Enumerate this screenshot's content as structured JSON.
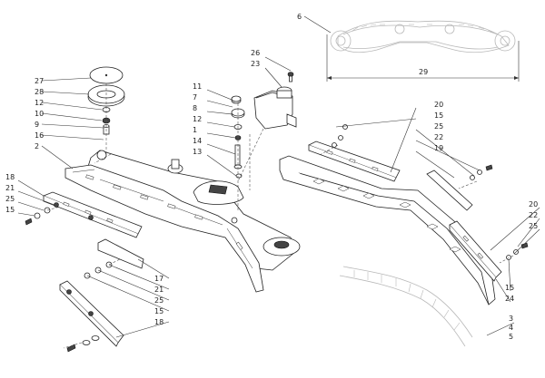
{
  "callouts": [
    {
      "id": "c-6",
      "text": "6"
    },
    {
      "id": "c-29",
      "text": "29"
    },
    {
      "id": "c-26",
      "text": "26"
    },
    {
      "id": "c-23",
      "text": "23"
    },
    {
      "id": "c-27",
      "text": "27"
    },
    {
      "id": "c-28",
      "text": "28"
    },
    {
      "id": "c-12a",
      "text": "12"
    },
    {
      "id": "c-10",
      "text": "10"
    },
    {
      "id": "c-9",
      "text": "9"
    },
    {
      "id": "c-16",
      "text": "16"
    },
    {
      "id": "c-2",
      "text": "2"
    },
    {
      "id": "c-11",
      "text": "11"
    },
    {
      "id": "c-7",
      "text": "7"
    },
    {
      "id": "c-8",
      "text": "8"
    },
    {
      "id": "c-12b",
      "text": "12"
    },
    {
      "id": "c-1",
      "text": "1"
    },
    {
      "id": "c-14",
      "text": "14"
    },
    {
      "id": "c-13",
      "text": "13"
    },
    {
      "id": "c-18a",
      "text": "18"
    },
    {
      "id": "c-21a",
      "text": "21"
    },
    {
      "id": "c-25a",
      "text": "25"
    },
    {
      "id": "c-15a",
      "text": "15"
    },
    {
      "id": "c-17",
      "text": "17"
    },
    {
      "id": "c-21b",
      "text": "21"
    },
    {
      "id": "c-25b",
      "text": "25"
    },
    {
      "id": "c-15b",
      "text": "15"
    },
    {
      "id": "c-18b",
      "text": "18"
    },
    {
      "id": "c-20a",
      "text": "20"
    },
    {
      "id": "c-15c",
      "text": "15"
    },
    {
      "id": "c-25c",
      "text": "25"
    },
    {
      "id": "c-22a",
      "text": "22"
    },
    {
      "id": "c-19",
      "text": "19"
    },
    {
      "id": "c-20b",
      "text": "20"
    },
    {
      "id": "c-22b",
      "text": "22"
    },
    {
      "id": "c-25d",
      "text": "25"
    },
    {
      "id": "c-15d",
      "text": "15"
    },
    {
      "id": "c-24",
      "text": "24"
    },
    {
      "id": "c-3",
      "text": "3"
    },
    {
      "id": "c-4",
      "text": "4"
    },
    {
      "id": "c-5",
      "text": "5"
    }
  ]
}
